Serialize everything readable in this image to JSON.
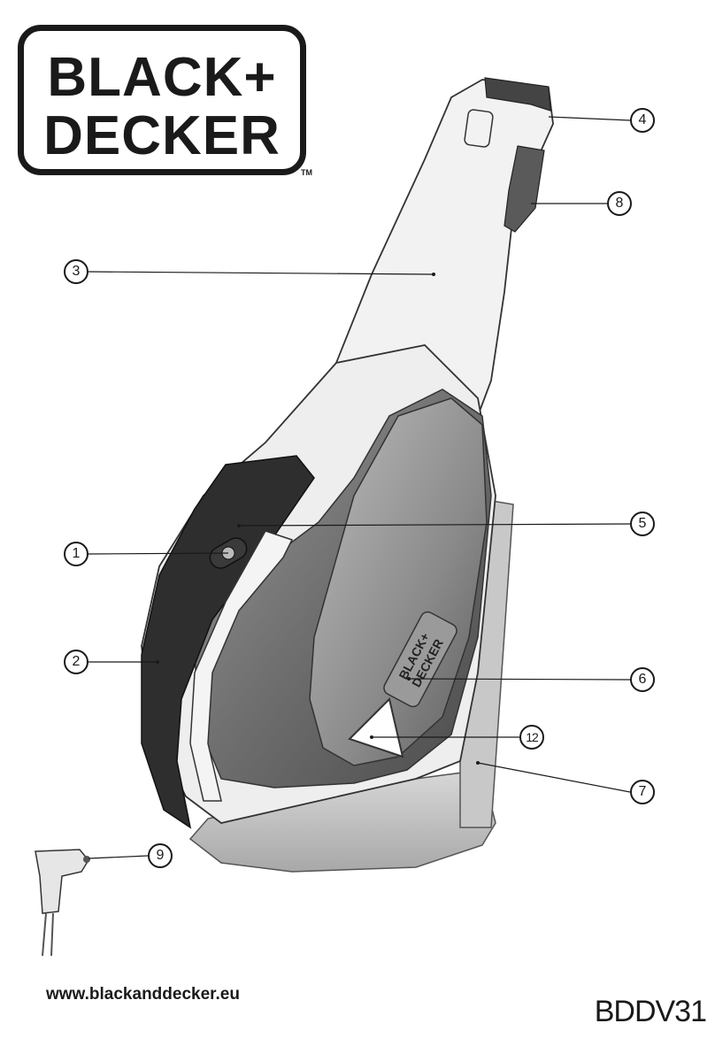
{
  "brand": {
    "line1": "BLACK+",
    "line2": "DECKER",
    "trademark": "TM"
  },
  "product_badge": "BLACK+ DECKER",
  "callouts": [
    {
      "number": "4"
    },
    {
      "number": "8"
    },
    {
      "number": "3"
    },
    {
      "number": "5"
    },
    {
      "number": "1"
    },
    {
      "number": "2"
    },
    {
      "number": "6"
    },
    {
      "number": "12"
    },
    {
      "number": "7"
    },
    {
      "number": "9"
    }
  ],
  "footer": {
    "website": "www.blackanddecker.eu",
    "model": "BDDV31"
  }
}
